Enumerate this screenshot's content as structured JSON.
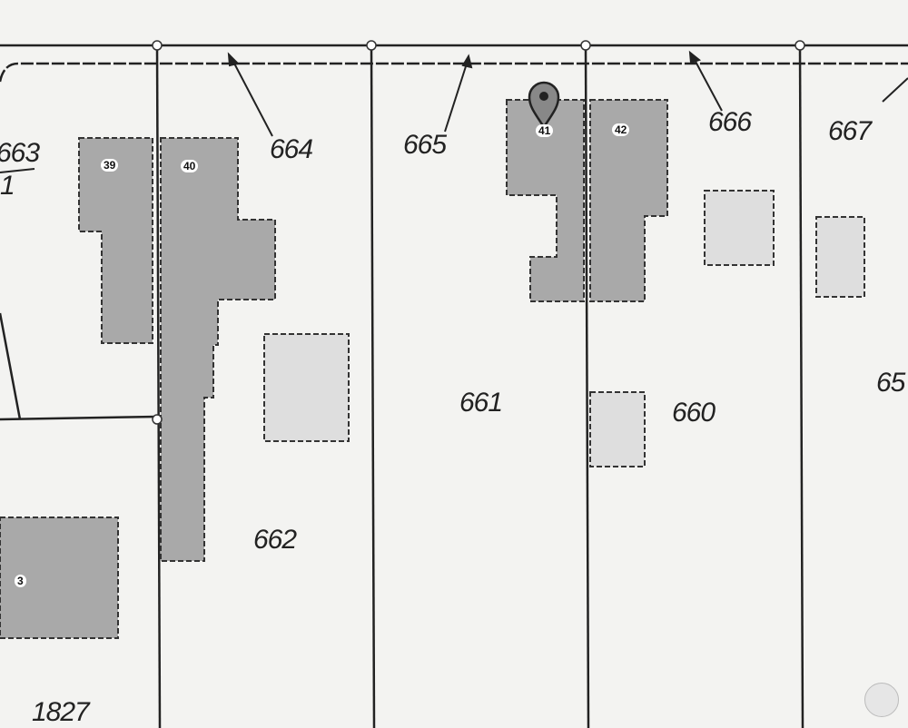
{
  "parcels": [
    "663",
    "1",
    "664",
    "665",
    "666",
    "667",
    "661",
    "660",
    "662",
    "1827",
    "65"
  ],
  "buildings": [
    "39",
    "40",
    "41",
    "42",
    "3"
  ],
  "marker": {
    "icon": "map-pin-icon",
    "building": "41"
  },
  "colors": {
    "background": "#f3f3f1",
    "building": "#a9a9a9",
    "annex": "#dedede",
    "line": "#222222"
  }
}
